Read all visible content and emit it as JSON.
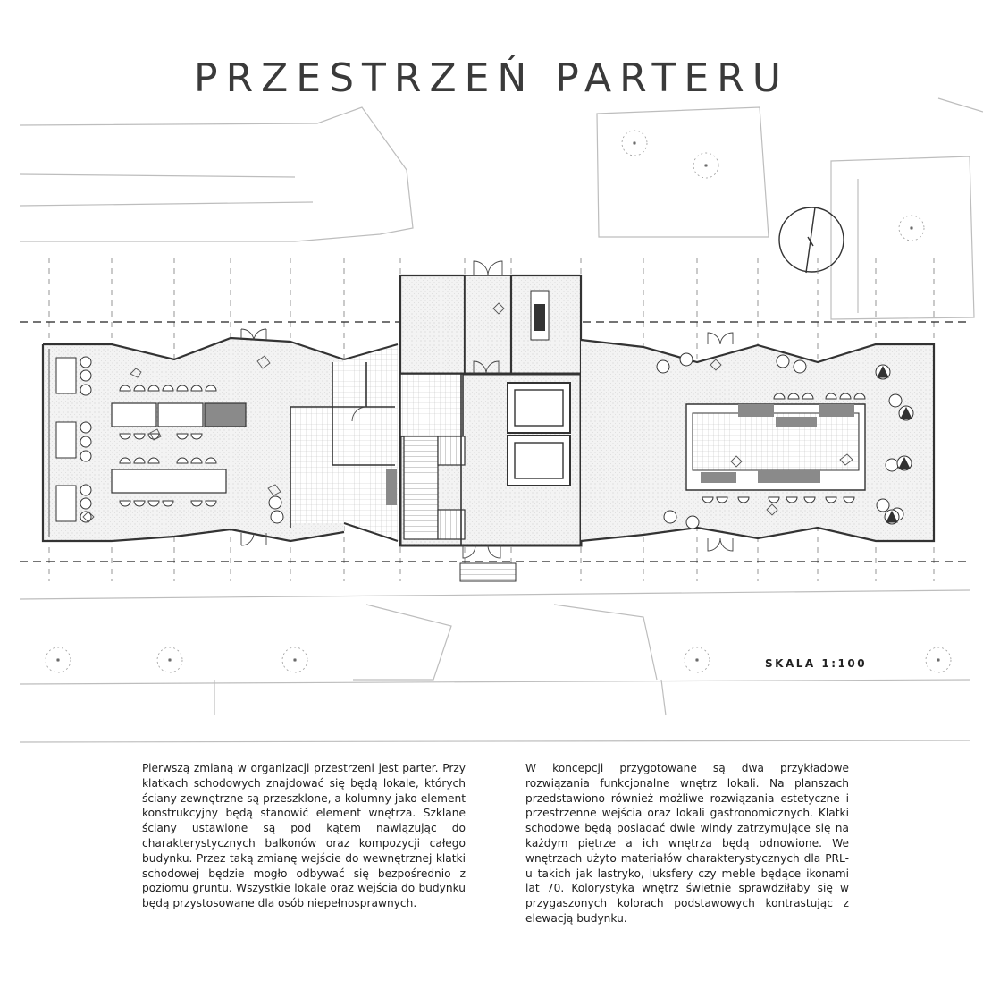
{
  "title": "PRZESTRZEŃ PARTERU",
  "scale_label": "SKALA 1:100",
  "paragraphs": {
    "left": "Pierwszą zmianą w organizacji przestrzeni jest parter. Przy klatkach schodowych znajdować się będą lokale, których ściany zewnętrzne są przeszklone, a kolumny jako element konstrukcyjny będą stanowić element wnętrza. Szklane ściany ustawione są pod kątem nawiązując do charakterystycznych balkonów oraz kompozycji całego budynku. Przez taką zmianę wejście do wewnętrznej klatki schodowej będzie mogło odbywać się bezpośrednio z poziomu gruntu. Wszystkie lokale oraz wejścia do budynku będą przystosowane dla osób niepełnosprawnych.",
    "right": "W koncepcji przygotowane są dwa przykładowe rozwiązania funkcjonalne wnętrz lokali. Na planszach przedstawiono również możliwe rozwiązania estetyczne i przestrzenne wejścia oraz lokali gastronomicznych. Klatki schodowe będą posiadać dwie windy zatrzymujące się na każdym piętrze a ich wnętrza będą odnowione. We wnętrzach użyto materiałów charakterystycznych dla PRL-u takich jak lastryko, luksfery czy meble będące ikonami lat 70. Kolorystyka wnętrz świetnie sprawdziłaby się w przygaszonych kolorach podstawowych kontrastując z elewacją budynku."
  },
  "colors": {
    "wall": "#3c3c3c",
    "site_line": "#b9b9b9",
    "floor_hatch": "#d9d9d9",
    "counter": "#8a8a8a",
    "text": "#1e1e1e"
  }
}
